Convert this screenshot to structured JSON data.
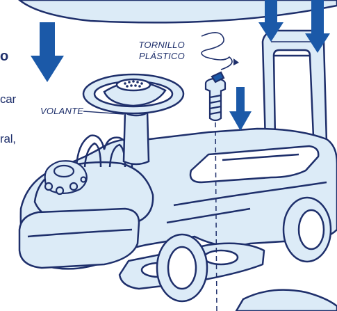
{
  "labels": {
    "screw_line1": "TORNILLO",
    "screw_line2": "PLÁSTICO",
    "wheel": "VOLANTE"
  },
  "edge_text": {
    "line1": "o",
    "line2": "car",
    "line3": "ral,"
  },
  "colors": {
    "line": "#1e2f6b",
    "fill": "#dcebf7",
    "arrow": "#1b59a8",
    "paper": "#ffffff"
  },
  "icons": [
    "arrow-down",
    "swirl",
    "screw"
  ]
}
